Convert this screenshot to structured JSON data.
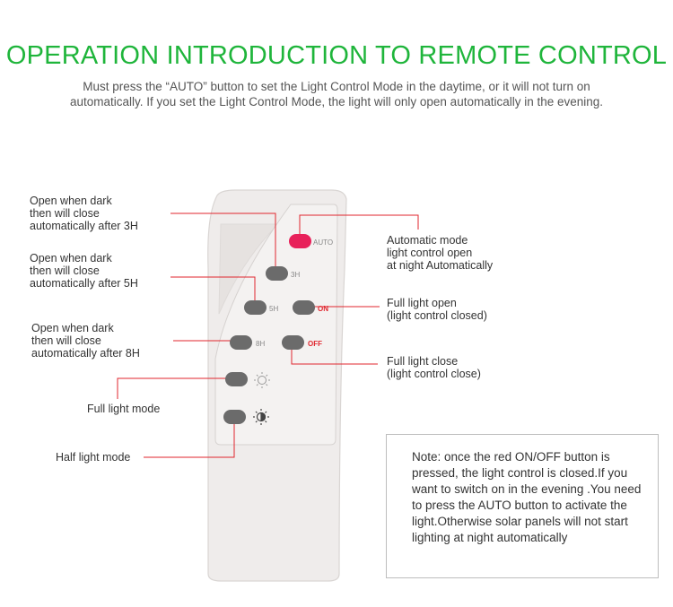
{
  "title": "OPERATION INTRODUCTION TO REMOTE CONTROL",
  "subtitle": "Must press the “AUTO” button to set the Light Control Mode in the daytime, or it will not turn on automatically. If you set the Light Control Mode, the light will only open automatically in the evening.",
  "colors": {
    "title": "#1fb53b",
    "leader_line": "#e0262e",
    "auto_button": "#e8215a",
    "button": "#6b6b6b",
    "remote_body": "#efeceb"
  },
  "callouts": {
    "open_3h": "Open when dark\nthen will close\nautomatically after 3H",
    "open_5h": "Open when dark\nthen will close\nautomatically after 5H",
    "open_8h": "Open when dark\nthen will close\nautomatically after 8H",
    "full_light_mode": "Full light mode",
    "half_light_mode": "Half light mode",
    "auto_mode": "Automatic mode\nlight control  open\nat night Automatically",
    "full_light_open": "Full light open\n(light control closed)",
    "full_light_close": "Full light close\n(light control close)"
  },
  "buttons": {
    "auto": "AUTO",
    "h3": "3H",
    "h5": "5H",
    "on": "ON",
    "h8": "8H",
    "off": "OFF",
    "full_icon": "sun-outline-icon",
    "half_icon": "half-sun-icon"
  },
  "note": "Note: once the red ON/OFF button is pressed, the light control is closed.If you want to switch on in the evening .You need to press the AUTO button to activate the light.Otherwise solar panels will not start lighting at night automatically"
}
